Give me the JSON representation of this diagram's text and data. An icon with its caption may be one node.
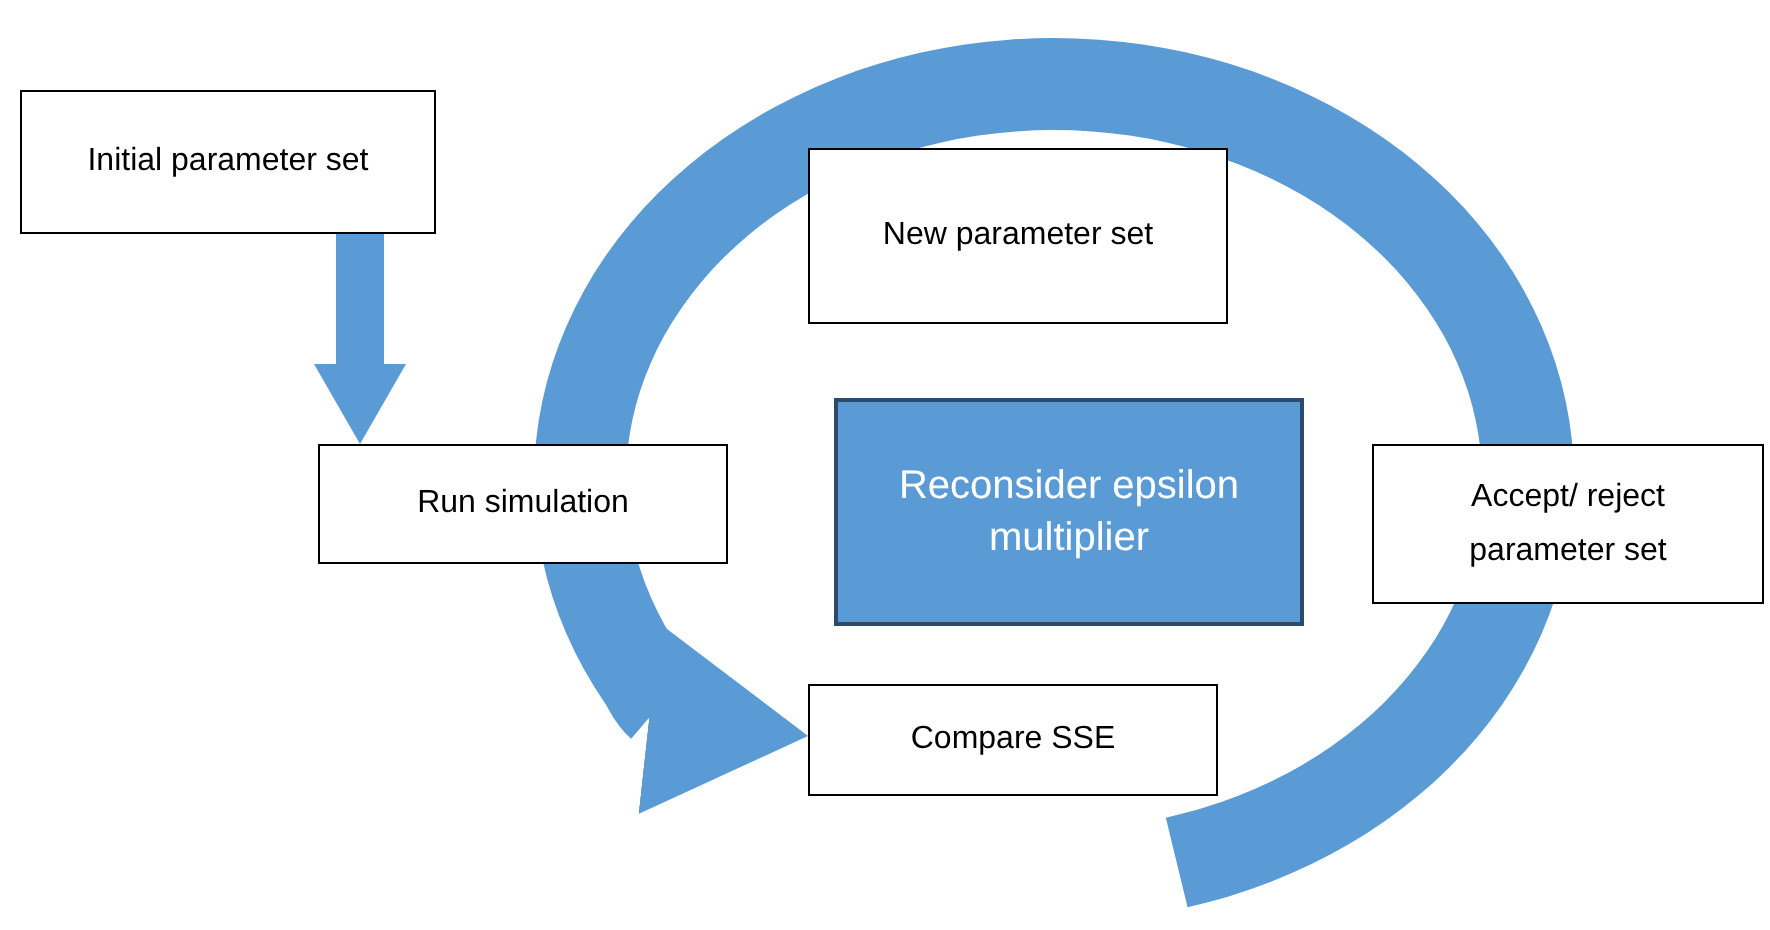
{
  "diagram": {
    "nodes": [
      {
        "text": [
          "Initial parameter set"
        ]
      },
      {
        "text": [
          "New parameter set"
        ]
      },
      {
        "text": [
          "Run simulation"
        ]
      },
      {
        "text": [
          "Reconsider epsilon multiplier"
        ]
      },
      {
        "text": [
          "Accept/ reject parameter set"
        ]
      },
      {
        "text": [
          "Compare SSE"
        ]
      }
    ],
    "edges": [
      {
        "from": 0,
        "to": 2,
        "arrow": "to"
      },
      {
        "from": null,
        "to": 5,
        "arrow": "to"
      }
    ]
  }
}
